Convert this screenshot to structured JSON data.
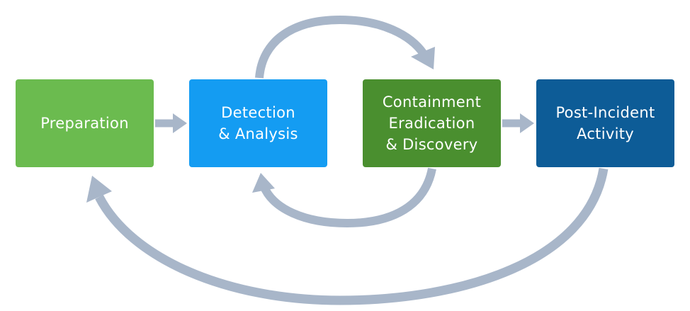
{
  "stages": [
    {
      "label": "Preparation",
      "color": "#6bbb4f"
    },
    {
      "label": "Detection\n& Analysis",
      "color": "#149cf2"
    },
    {
      "label": "Containment\nEradication\n& Discovery",
      "color": "#4a8f2f"
    },
    {
      "label": "Post-Incident\nActivity",
      "color": "#0d5c97"
    }
  ],
  "arrow_color": "#a8b6c9"
}
